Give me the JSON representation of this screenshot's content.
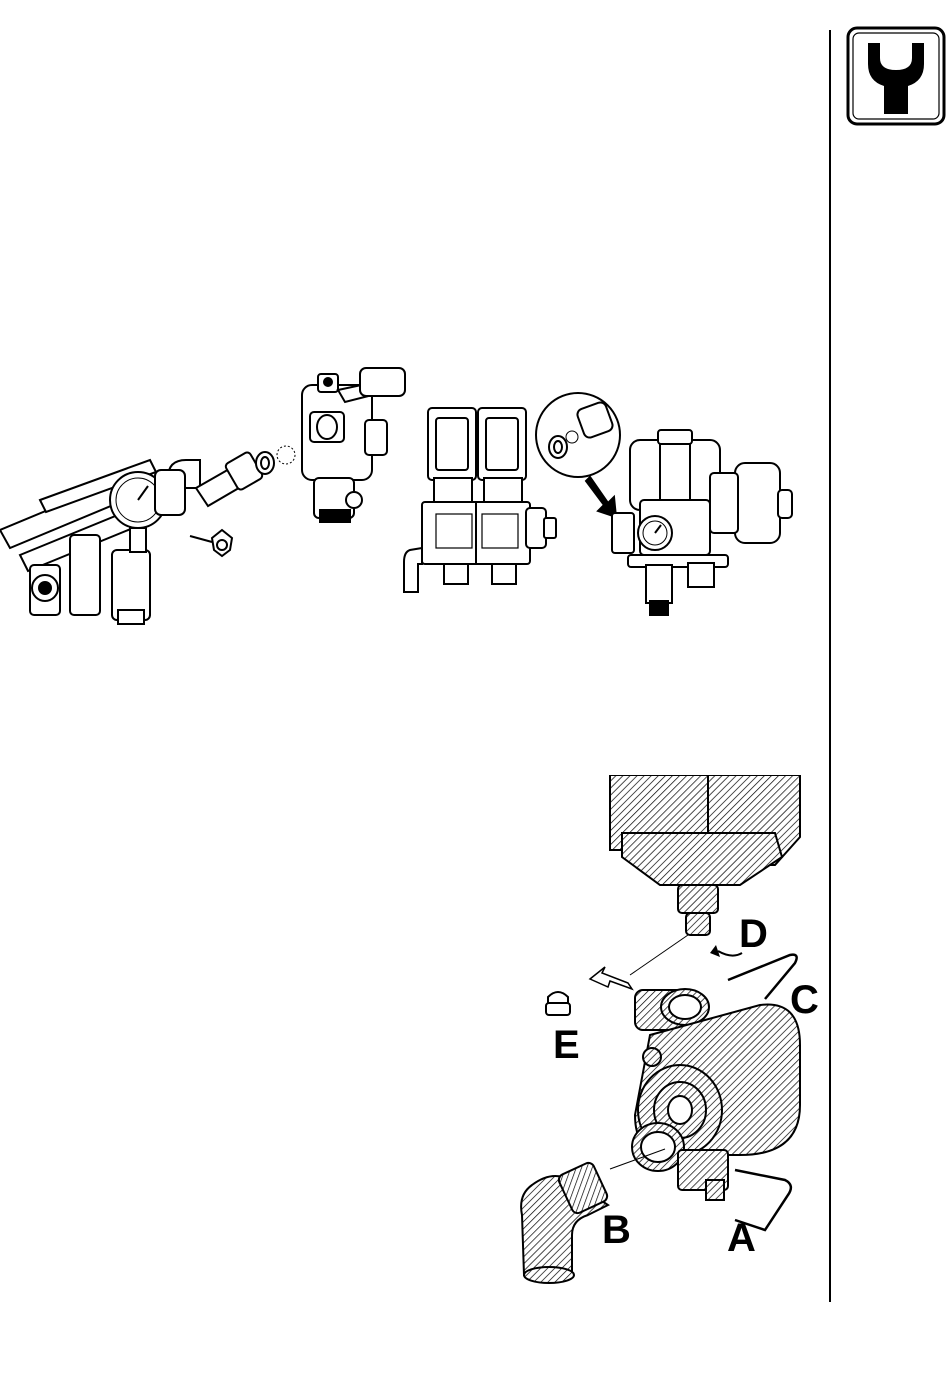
{
  "header": {
    "badge_icon": "wrench-icon"
  },
  "figures": {
    "valve_assembly": {
      "icon": "pipe-valve-assembly-illustration"
    },
    "solenoid_block": {
      "icon": "solenoid-valve-block-illustration"
    },
    "pressure_valve": {
      "icon": "pressure-regulator-illustration"
    },
    "pump_connection": {
      "icon": "pump-connection-exploded-illustration",
      "callouts": {
        "a": "A",
        "b": "B",
        "c": "C",
        "d": "D",
        "e": "E"
      }
    }
  }
}
